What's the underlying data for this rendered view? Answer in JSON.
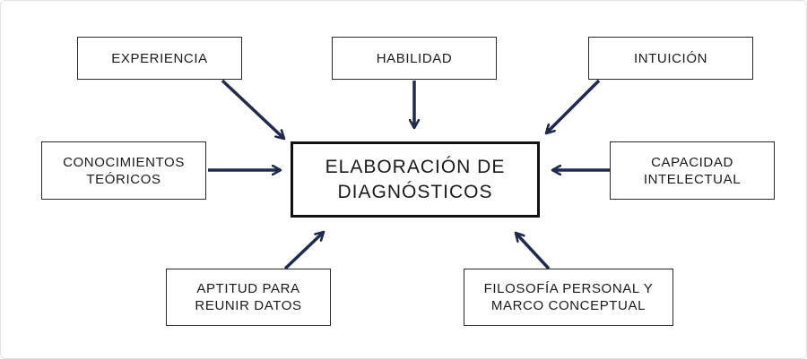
{
  "diagram": {
    "center": {
      "line1": "ELABORACIÓN DE",
      "line2": "DIAGNÓSTICOS"
    },
    "nodes": {
      "experiencia": {
        "lines": [
          "EXPERIENCIA"
        ]
      },
      "habilidad": {
        "lines": [
          "HABILIDAD"
        ]
      },
      "intuicion": {
        "lines": [
          "INTUICIÓN"
        ]
      },
      "conocimientos": {
        "lines": [
          "CONOCIMIENTOS",
          "TEÓRICOS"
        ]
      },
      "capacidad": {
        "lines": [
          "CAPACIDAD",
          "INTELECTUAL"
        ]
      },
      "aptitud": {
        "lines": [
          "APTITUD PARA",
          "REUNIR DATOS"
        ]
      },
      "filosofia": {
        "lines": [
          "FILOSOFÍA PERSONAL Y",
          "MARCO CONCEPTUAL"
        ]
      }
    },
    "edges": [
      {
        "from": "experiencia",
        "to": "center"
      },
      {
        "from": "habilidad",
        "to": "center"
      },
      {
        "from": "intuicion",
        "to": "center"
      },
      {
        "from": "conocimientos",
        "to": "center"
      },
      {
        "from": "capacidad",
        "to": "center"
      },
      {
        "from": "aptitud",
        "to": "center"
      },
      {
        "from": "filosofia",
        "to": "center"
      }
    ],
    "colors": {
      "arrow": "#1f2a4d",
      "box_border": "#2a2a2a",
      "center_border": "#111111"
    }
  }
}
